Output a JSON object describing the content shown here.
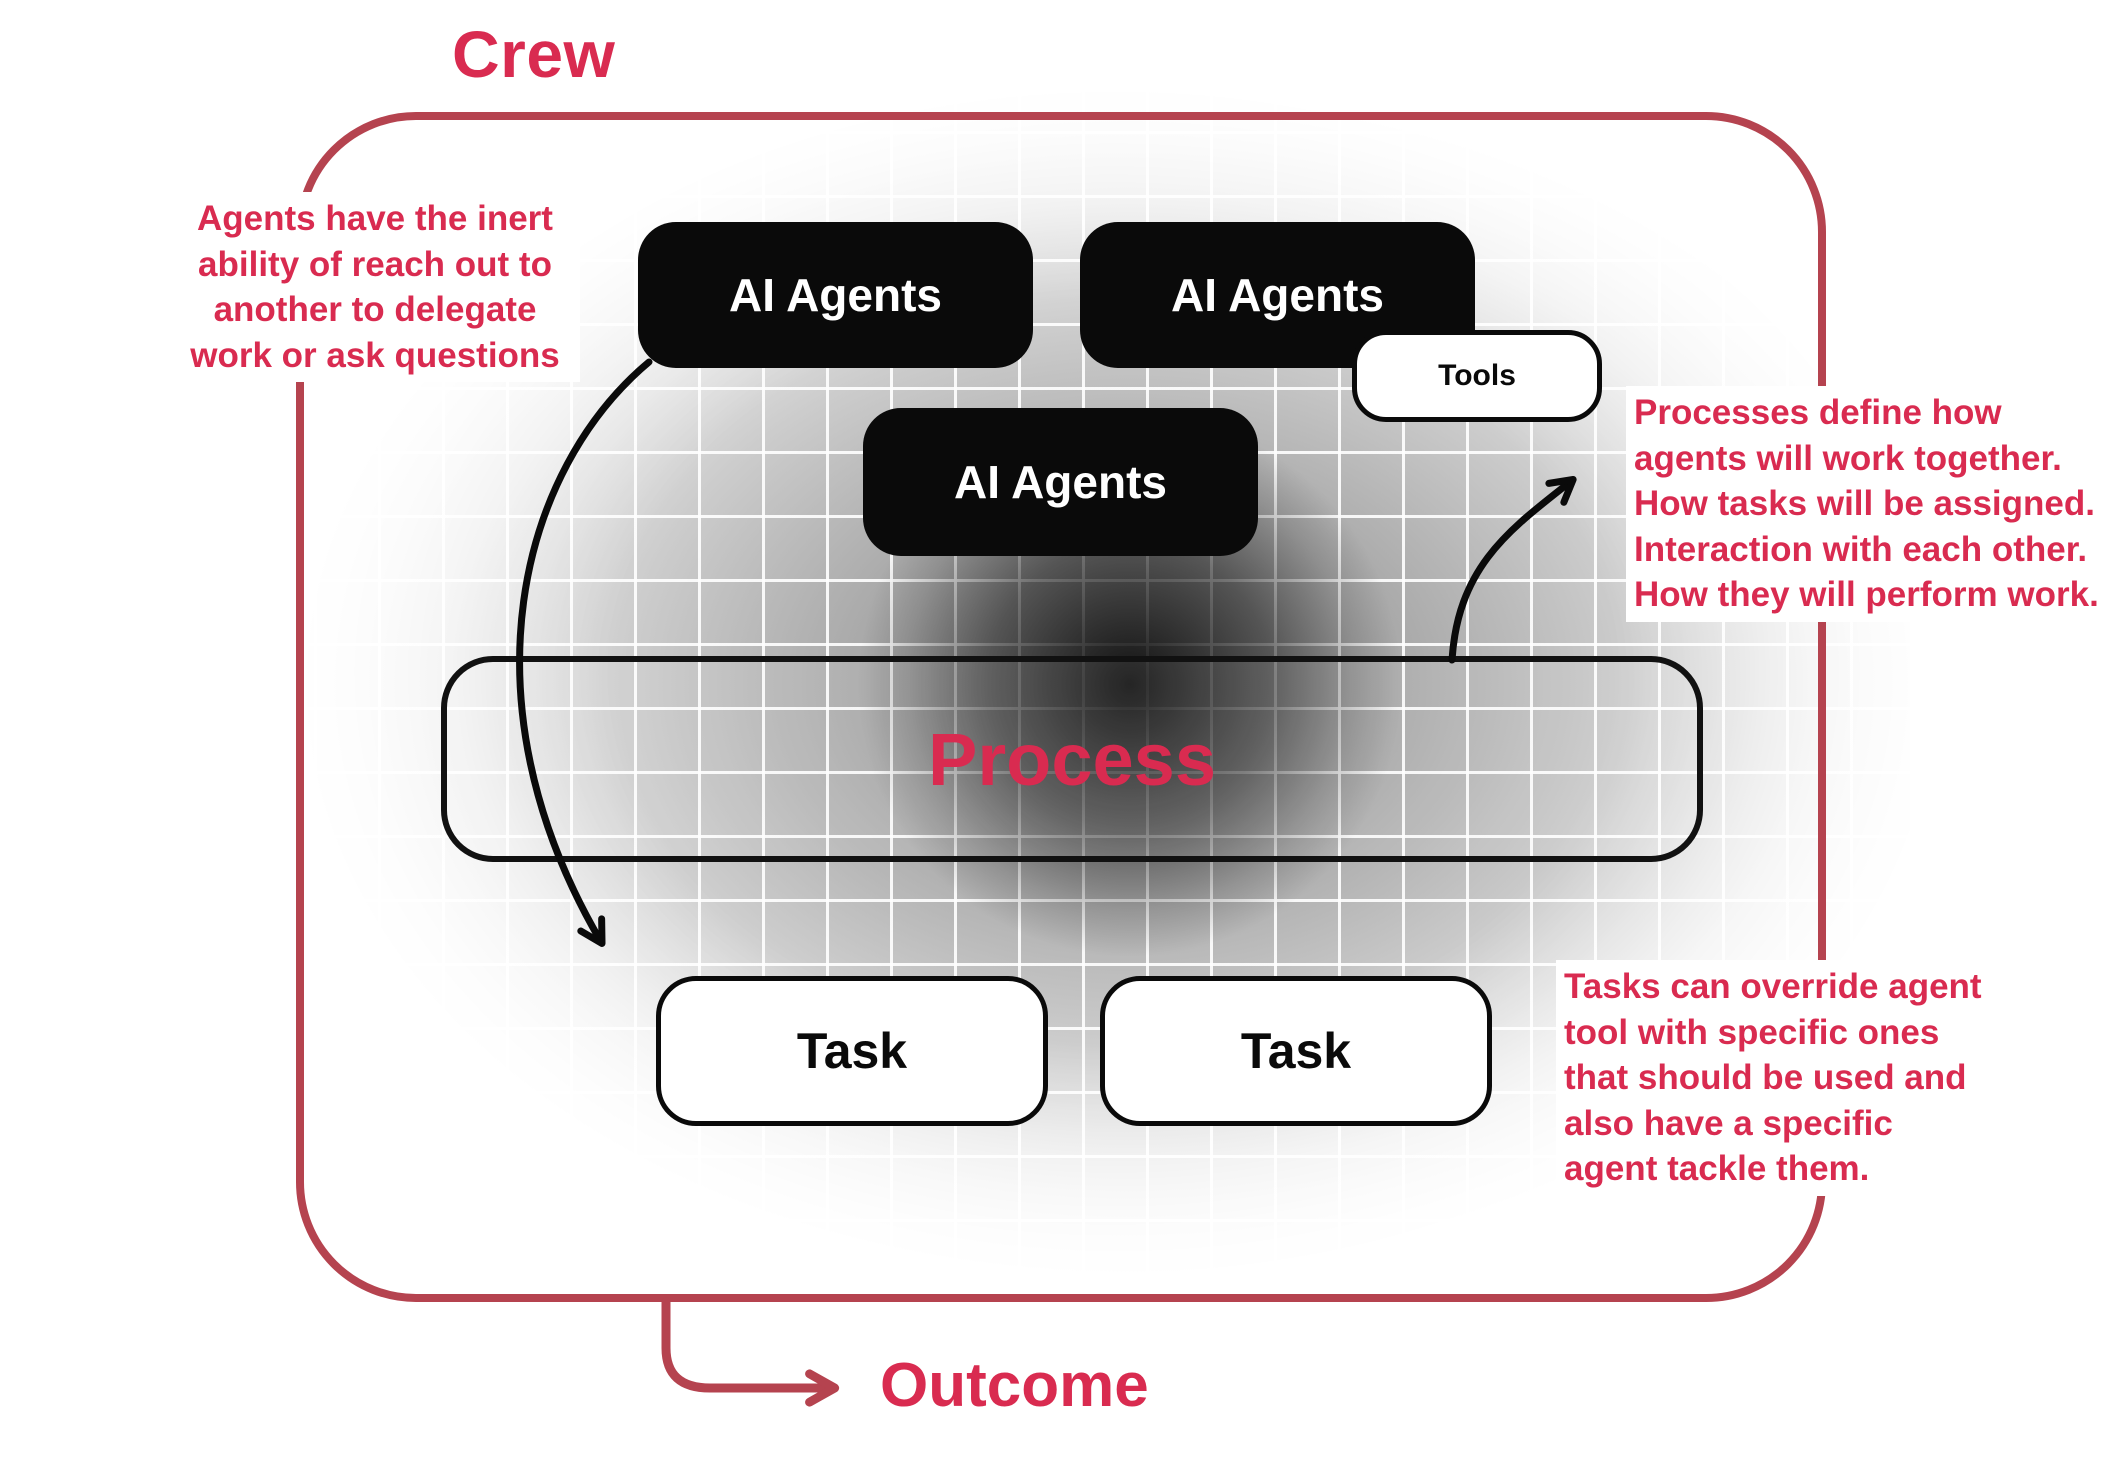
{
  "title": "Crew",
  "agents": [
    {
      "label": "AI Agents"
    },
    {
      "label": "AI Agents"
    },
    {
      "label": "AI Agents"
    }
  ],
  "tools": {
    "label": "Tools"
  },
  "process": {
    "label": "Process"
  },
  "tasks": [
    {
      "label": "Task"
    },
    {
      "label": "Task"
    }
  ],
  "annotations": {
    "left": "Agents have the inert\nability of reach out to\nanother to delegate\nwork or ask questions",
    "right_top": "Processes define how\nagents will work together.\nHow tasks will be assigned.\nInteraction with each other.\nHow they will perform work.",
    "right_bottom": "Tasks can override agent\ntool with specific ones\nthat should be used and\nalso have a specific\nagent tackle them."
  },
  "outcome": {
    "label": "Outcome"
  },
  "colors": {
    "accent_text": "#d92b50",
    "frame_border": "#b5434f",
    "agent_box_fill": "#0a0a0a",
    "task_box_fill": "#ffffff",
    "arrow_black": "#0a0a0a"
  }
}
